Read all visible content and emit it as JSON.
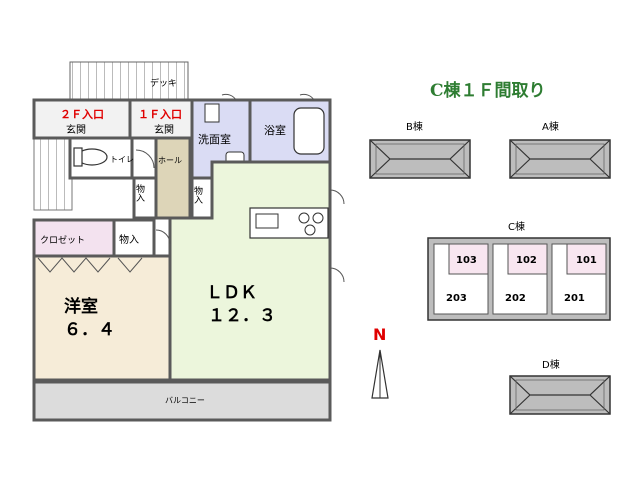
{
  "title": "C棟１Ｆ間取り",
  "rooms": {
    "entrance_2f": "２Ｆ入口",
    "entrance_1f": "１Ｆ入口",
    "genkan_a": "玄関",
    "genkan_b": "玄関",
    "deck": "デッキ",
    "washroom": "洗面室",
    "bathroom": "浴室",
    "toilet": "トイレ",
    "hall": "ホール",
    "storage_a": "物入",
    "storage_b": "物入",
    "storage_c": "物入",
    "closet": "クロゼット",
    "western_room": "洋室",
    "western_size": "６．４",
    "ldk": "ＬＤＫ",
    "ldk_size": "１２．３",
    "balcony": "バルコニー"
  },
  "site": {
    "building_b": "B棟",
    "building_a": "A棟",
    "building_c": "C棟",
    "building_d": "D棟",
    "units": [
      "103",
      "102",
      "101",
      "203",
      "202",
      "201"
    ],
    "north": "N"
  },
  "colors": {
    "wall": "#5a5a5a",
    "closet_fill": "#f3e2ef",
    "western_fill": "#f6ecd8",
    "ldk_fill": "#ecf6dc",
    "bath_fill": "#dadcf4",
    "entry_fill": "#f2f2f2",
    "hall_fill": "#ddd5b8",
    "balcony_fill": "#dcdcdc",
    "unit_fill": "#f8e6f0",
    "title_color": "#2e7d32",
    "entrance_color": "#e00000"
  }
}
